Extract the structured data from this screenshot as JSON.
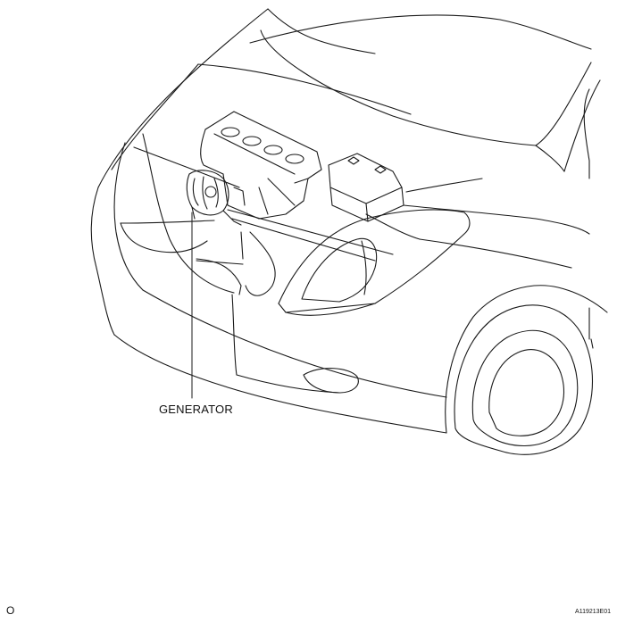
{
  "diagram": {
    "callout_label": "GENERATOR",
    "corner_mark": "O",
    "figure_id": "A119213E01"
  }
}
